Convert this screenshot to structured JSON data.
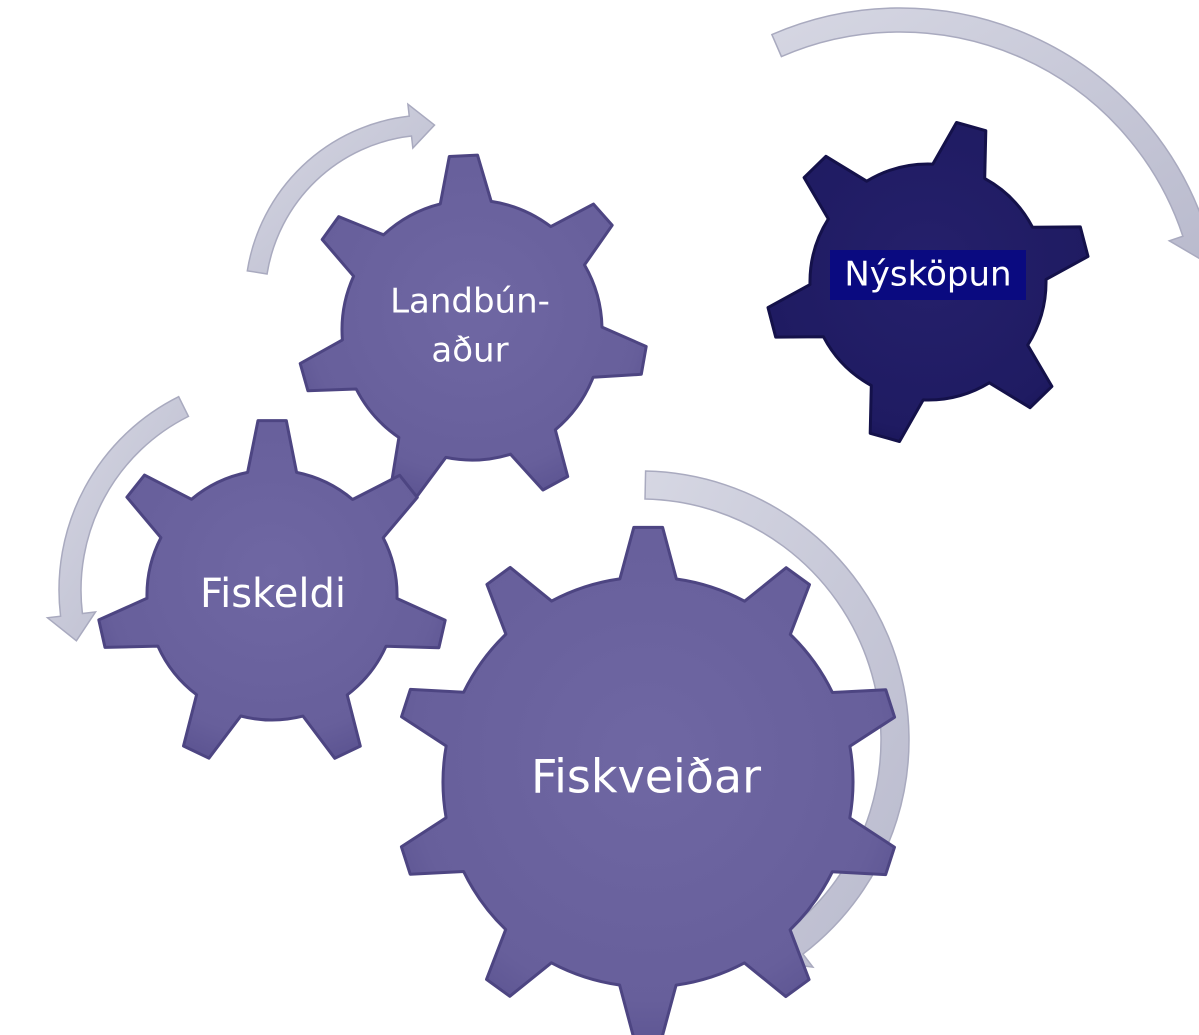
{
  "colors": {
    "gear_fill": "#675f9b",
    "gear_edge": "#4d4582",
    "gear_dark_fill": "#1f1b62",
    "gear_dark_edge": "#14114a",
    "arrow_fill": "#c8c9d8",
    "arrow_edge": "#a9aabf",
    "highlight_bg": "#0a0a80"
  },
  "gears": {
    "fiskveidar": {
      "label": "Fiskveiðar"
    },
    "fiskeldi": {
      "label": "Fiskeldi"
    },
    "landbunadur": {
      "label_line1": "Landbún-",
      "label_line2": "aður"
    },
    "nyskopun": {
      "label": "Nýsköpun"
    }
  }
}
